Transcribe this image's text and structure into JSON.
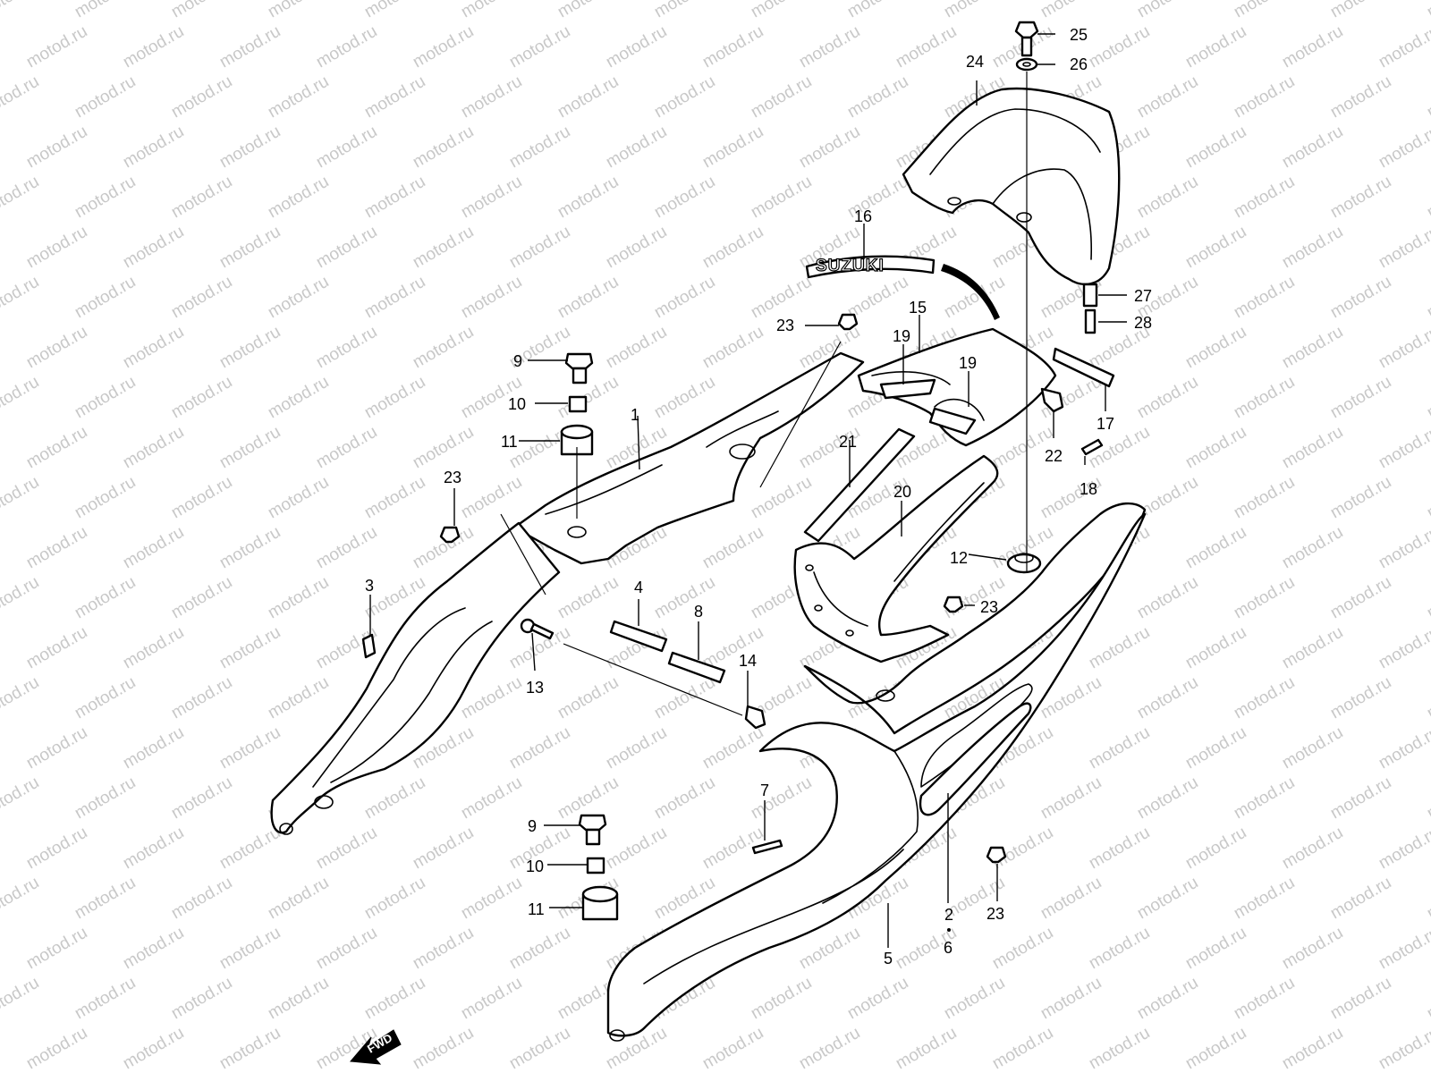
{
  "watermark": {
    "text": "motod.ru",
    "color": "#c8c8c8"
  },
  "callouts": [
    {
      "id": "c25",
      "label": "25"
    },
    {
      "id": "c26",
      "label": "26"
    },
    {
      "id": "c24",
      "label": "24"
    },
    {
      "id": "c16",
      "label": "16"
    },
    {
      "id": "c15",
      "label": "15"
    },
    {
      "id": "c23a",
      "label": "23"
    },
    {
      "id": "c19a",
      "label": "19"
    },
    {
      "id": "c19b",
      "label": "19"
    },
    {
      "id": "c27",
      "label": "27"
    },
    {
      "id": "c28",
      "label": "28"
    },
    {
      "id": "c9a",
      "label": "9"
    },
    {
      "id": "c10a",
      "label": "10"
    },
    {
      "id": "c1",
      "label": "1"
    },
    {
      "id": "c11a",
      "label": "11"
    },
    {
      "id": "c21",
      "label": "21"
    },
    {
      "id": "c17",
      "label": "17"
    },
    {
      "id": "c22",
      "label": "22"
    },
    {
      "id": "c18",
      "label": "18"
    },
    {
      "id": "c23b",
      "label": "23"
    },
    {
      "id": "c20",
      "label": "20"
    },
    {
      "id": "c12",
      "label": "12"
    },
    {
      "id": "c3",
      "label": "3"
    },
    {
      "id": "c23c",
      "label": "23"
    },
    {
      "id": "c4",
      "label": "4"
    },
    {
      "id": "c8",
      "label": "8"
    },
    {
      "id": "c13",
      "label": "13"
    },
    {
      "id": "c14",
      "label": "14"
    },
    {
      "id": "c7",
      "label": "7"
    },
    {
      "id": "c9b",
      "label": "9"
    },
    {
      "id": "c10b",
      "label": "10"
    },
    {
      "id": "c11b",
      "label": "11"
    },
    {
      "id": "c23d",
      "label": "23"
    },
    {
      "id": "c2",
      "label": "2"
    },
    {
      "id": "c5",
      "label": "5"
    },
    {
      "id": "c6",
      "label": "6"
    }
  ],
  "emblem": {
    "text": "SUZUKI"
  },
  "fwd_arrow": {
    "text": "FWD"
  }
}
